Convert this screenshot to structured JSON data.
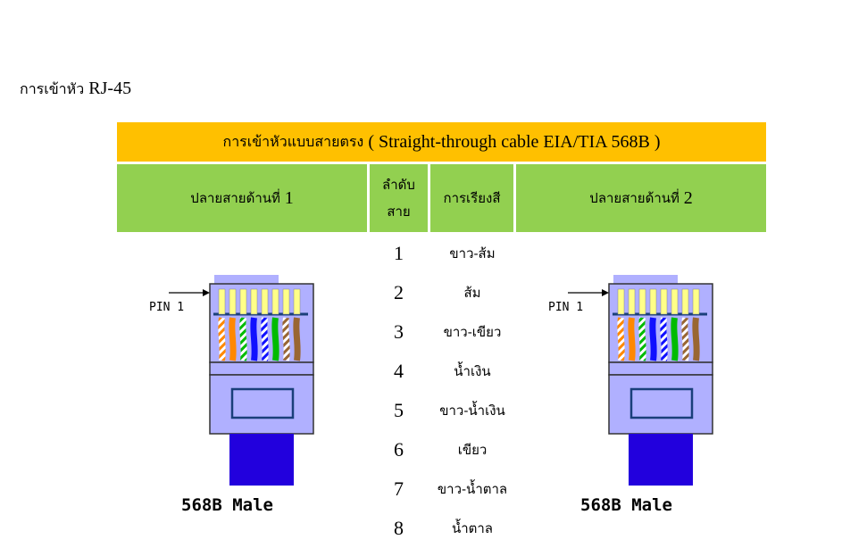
{
  "page": {
    "heading_thai": "การเข้าหัว",
    "heading_latin": "RJ-45"
  },
  "table": {
    "title_thai": "การเข้าหัวแบบสายตรง",
    "title_latin": "( Straight-through cable EIA/TIA 568B )",
    "col_end1_thai": "ปลายสายด้านที่",
    "col_end1_num": "1",
    "col_order_line1": "ลำดับ",
    "col_order_line2": "สาย",
    "col_color": "การเรียงสี",
    "col_end2_thai": "ปลายสายด้านที่",
    "col_end2_num": "2",
    "pins": [
      {
        "num": "1",
        "color": "ขาว-ส้ม"
      },
      {
        "num": "2",
        "color": "ส้ม"
      },
      {
        "num": "3",
        "color": "ขาว-เขียว"
      },
      {
        "num": "4",
        "color": "น้ำเงิน"
      },
      {
        "num": "5",
        "color": "ขาว-น้ำเงิน"
      },
      {
        "num": "6",
        "color": "เขียว"
      },
      {
        "num": "7",
        "color": "ขาว-น้ำตาล"
      },
      {
        "num": "8",
        "color": "น้ำตาล"
      }
    ]
  },
  "connector_left": {
    "pin_label": "PIN 1",
    "caption": "568B Male"
  },
  "connector_right": {
    "pin_label": "PIN 1",
    "caption": "568B Male"
  },
  "colors": {
    "title_bg": "#ffc000",
    "header_bg": "#92d050",
    "plug_body": "#b0b0ff",
    "cable": "#2200dd",
    "orange": "#ff8800",
    "green": "#00bb00",
    "blue": "#1010ff",
    "brown": "#996633",
    "contact": "#ffff88"
  }
}
